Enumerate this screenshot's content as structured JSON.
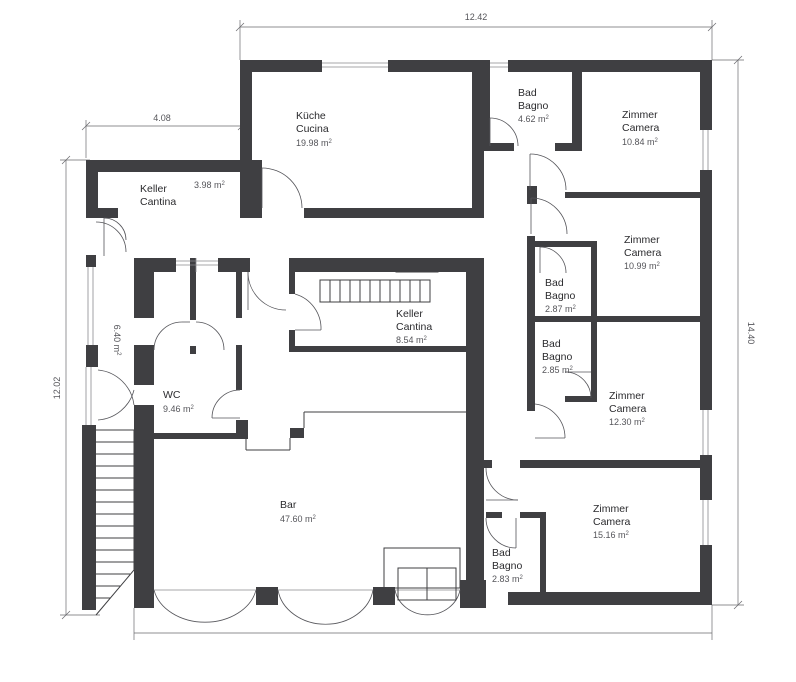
{
  "dimensions": {
    "total_width": "12.42",
    "total_height": "14.40",
    "left_height": "12.02",
    "upper_left_width": "4.08",
    "corridor_length": "6.40"
  },
  "area_unit": "m",
  "area_exponent": "2",
  "rooms": [
    {
      "id": "kueche",
      "name_de": "Küche",
      "name_it": "Cucina",
      "area": "19.98"
    },
    {
      "id": "keller1",
      "name_de": "Keller",
      "name_it": "Cantina",
      "area": "3.98"
    },
    {
      "id": "bad1",
      "name_de": "Bad",
      "name_it": "Bagno",
      "area": "4.62"
    },
    {
      "id": "zimmer1",
      "name_de": "Zimmer",
      "name_it": "Camera",
      "area": "10.84"
    },
    {
      "id": "zimmer2",
      "name_de": "Zimmer",
      "name_it": "Camera",
      "area": "10.99"
    },
    {
      "id": "bad2",
      "name_de": "Bad",
      "name_it": "Bagno",
      "area": "2.87"
    },
    {
      "id": "keller2",
      "name_de": "Keller",
      "name_it": "Cantina",
      "area": "8.54"
    },
    {
      "id": "bad3",
      "name_de": "Bad",
      "name_it": "Bagno",
      "area": "2.85"
    },
    {
      "id": "wc",
      "name_de": "WC",
      "area": "9.46"
    },
    {
      "id": "zimmer3",
      "name_de": "Zimmer",
      "name_it": "Camera",
      "area": "12.30"
    },
    {
      "id": "bar",
      "name_de": "Bar",
      "area": "47.60"
    },
    {
      "id": "zimmer4",
      "name_de": "Zimmer",
      "name_it": "Camera",
      "area": "15.16"
    },
    {
      "id": "bad4",
      "name_de": "Bad",
      "name_it": "Bagno",
      "area": "2.83"
    }
  ]
}
